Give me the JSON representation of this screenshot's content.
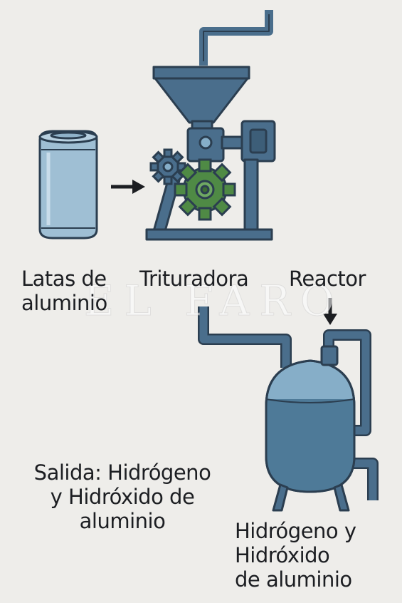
{
  "labels": {
    "cans": [
      "Latas de",
      "aluminio"
    ],
    "crusher": "Trituradora",
    "reactor": "Reactor",
    "output": [
      "Salida: Hidrógeno",
      "y Hidróxido de",
      "aluminio"
    ],
    "product": [
      "Hidrógeno y",
      "Hidróxido",
      "de aluminio"
    ]
  },
  "watermark": "EL FARO",
  "colors": {
    "steel": "#4a6e8c",
    "steel_dark": "#2b3e50",
    "can_body": "#9fbfd4",
    "gear_green": "#4f8a45",
    "liquid": "#4e7a98",
    "tank_top": "#86aec8",
    "background": "#eeedea"
  },
  "icons": [
    "aluminum-can-icon",
    "arrow-right-icon",
    "crusher-machine-icon",
    "gear-icon",
    "arrow-down-icon",
    "reactor-tank-icon"
  ]
}
